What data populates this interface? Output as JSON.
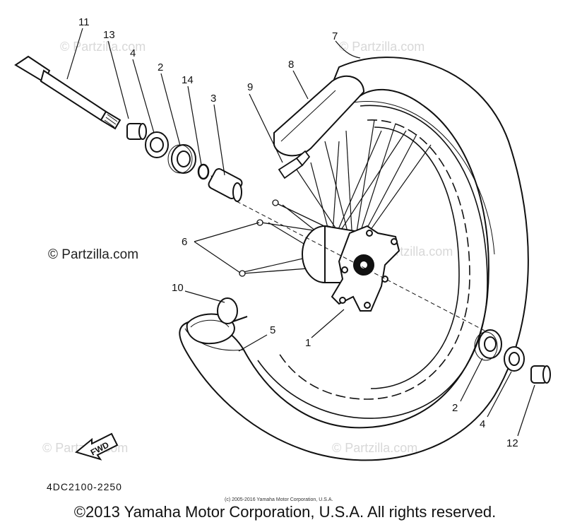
{
  "diagram": {
    "callouts": {
      "c1": "1",
      "c2a": "2",
      "c2b": "2",
      "c3": "3",
      "c4a": "4",
      "c4b": "4",
      "c5": "5",
      "c6": "6",
      "c7": "7",
      "c8": "8",
      "c9": "9",
      "c10": "10",
      "c11": "11",
      "c12": "12",
      "c13": "13",
      "c14": "14"
    },
    "fwd_label": "FWD",
    "part_code": "4DC2100-2250",
    "small_copyright": "(c) 2005-2016 Yamaha Motor Corporation, U.S.A.",
    "watermark_main": "© Partzilla.com",
    "watermark_faint": "© Partzilla.com"
  },
  "footer": {
    "copyright": "©2013 Yamaha Motor Corporation, U.S.A. All rights reserved."
  }
}
